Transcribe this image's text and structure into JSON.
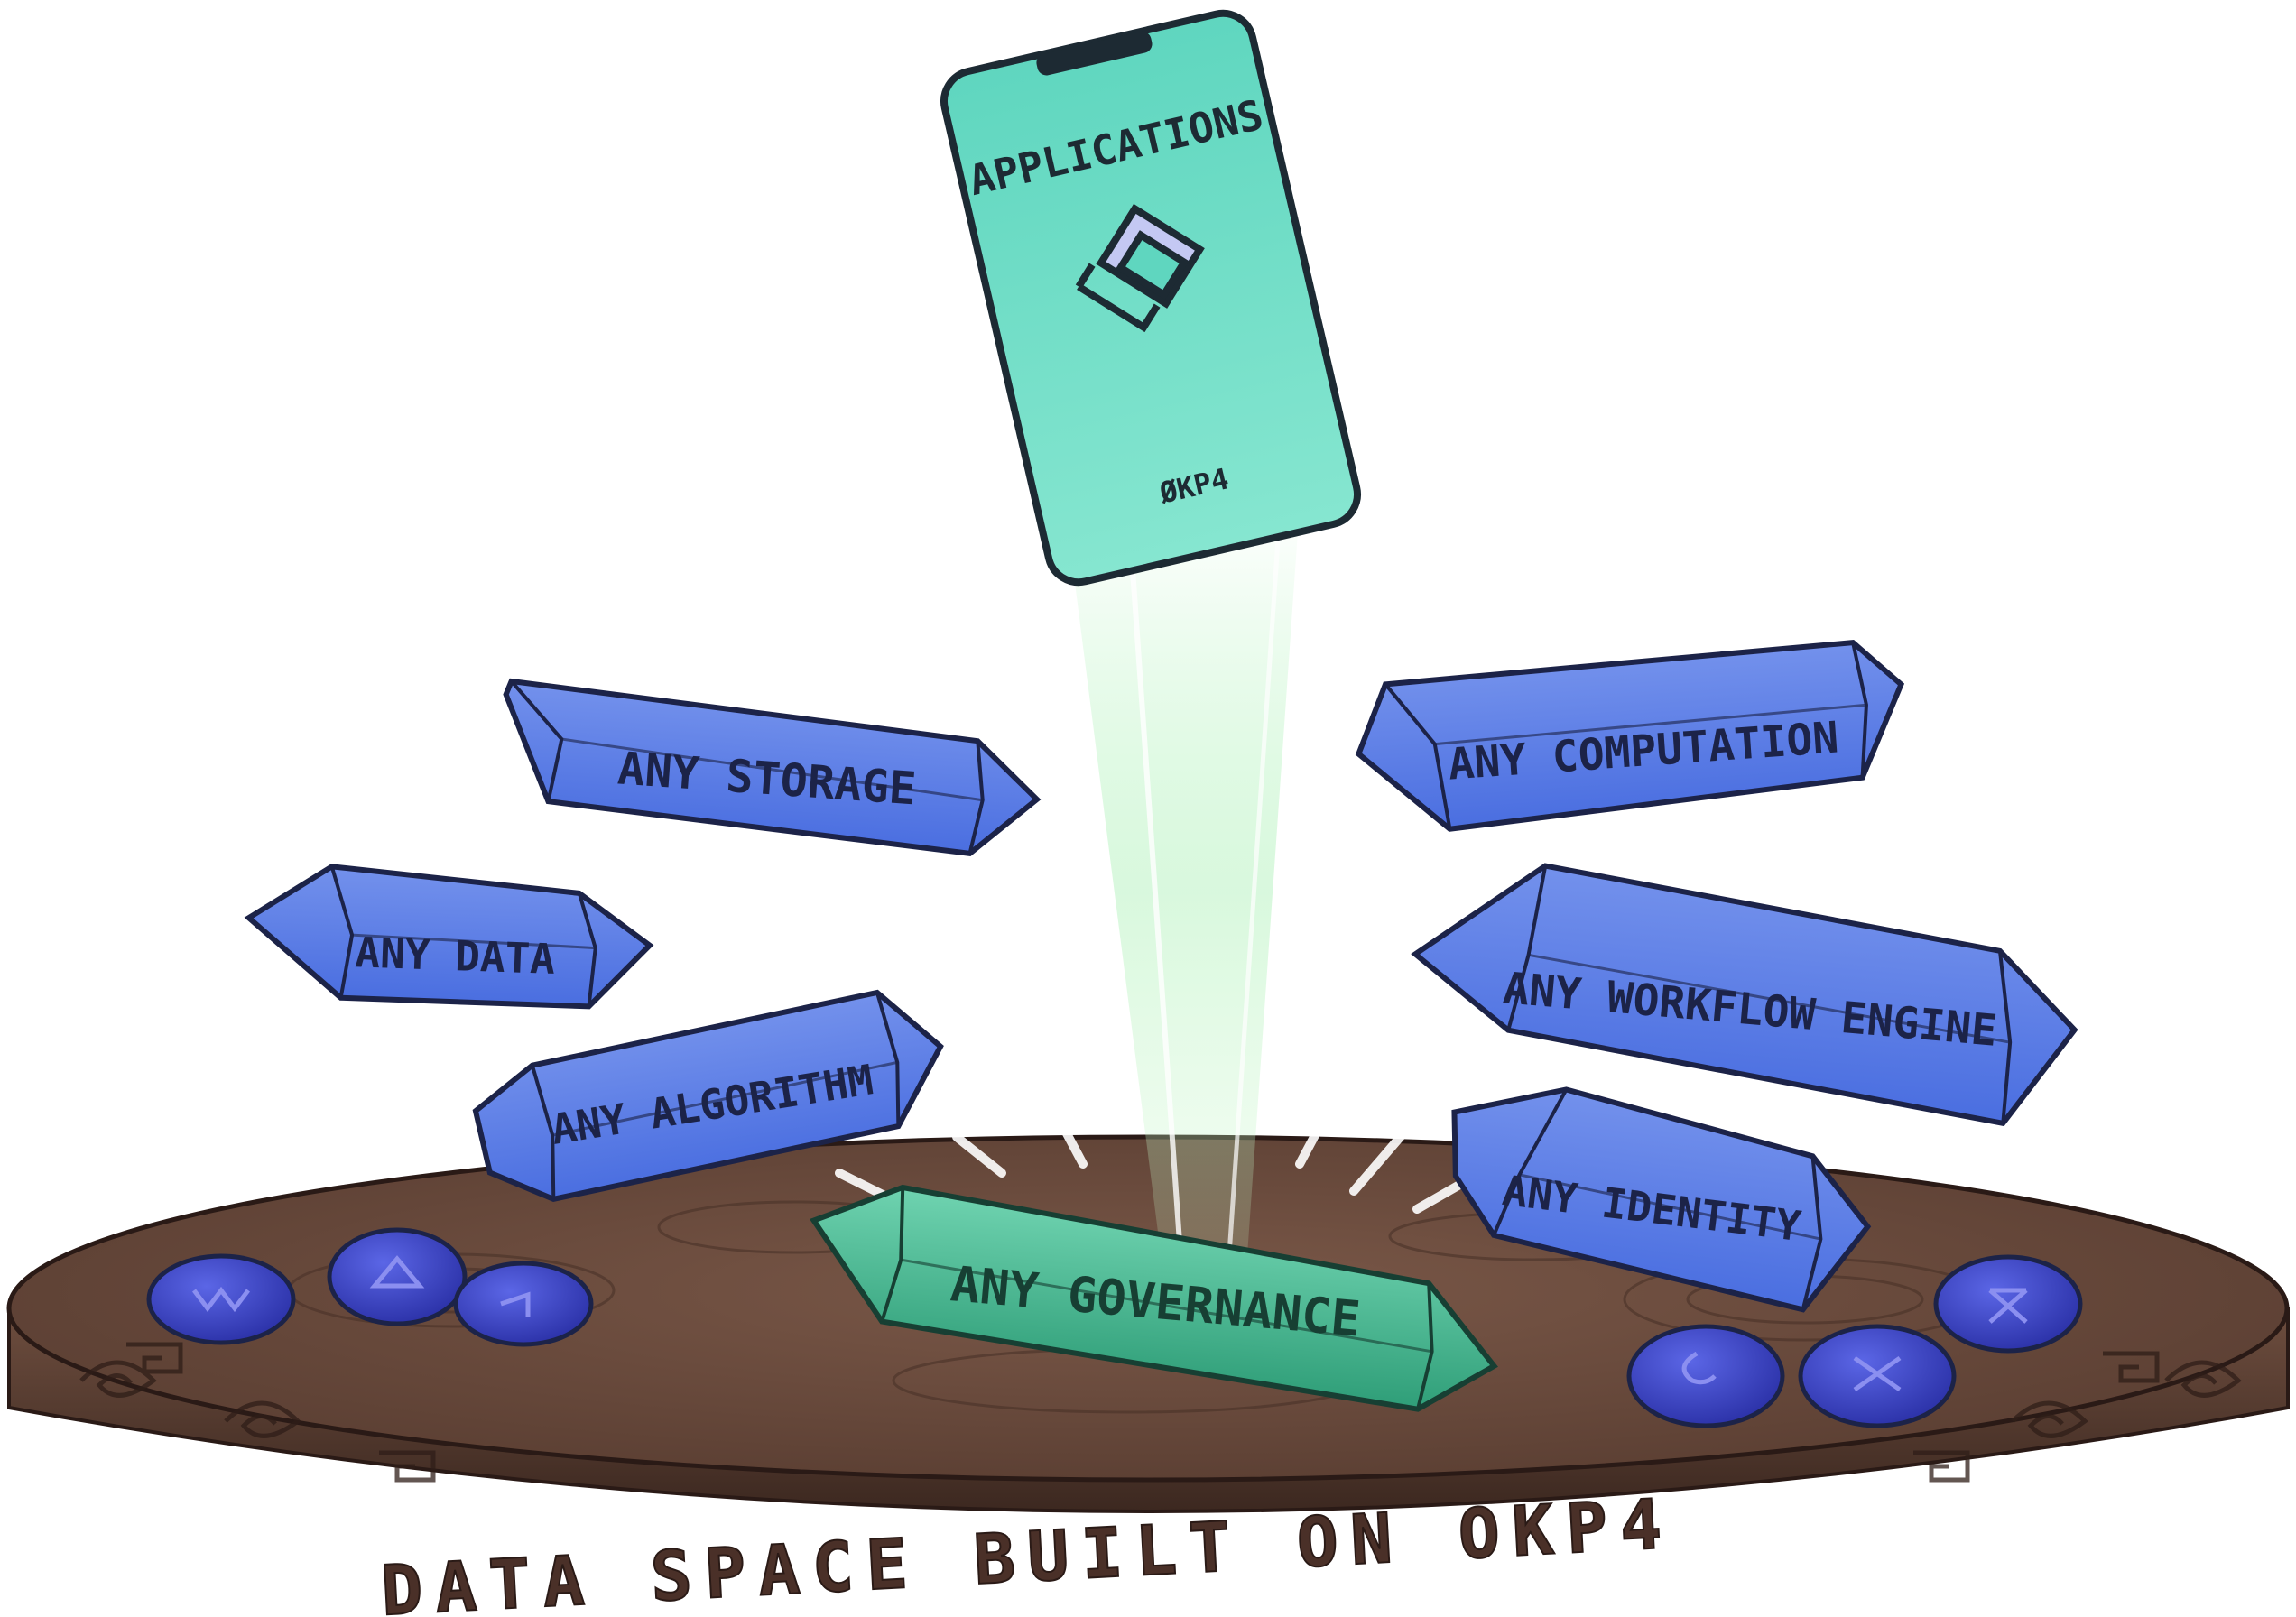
{
  "phone": {
    "title": "APPLICATIONS",
    "brand": "ØKP4"
  },
  "crystals": [
    {
      "label": "ANY STORAGE",
      "color": "#4a6ee0"
    },
    {
      "label": "ANY COMPUTATION",
      "color": "#4a6ee0"
    },
    {
      "label": "ANY DATA",
      "color": "#4a6ee0"
    },
    {
      "label": "ANY WORKFLOW ENGINE",
      "color": "#4a6ee0"
    },
    {
      "label": "ANY ALGORITHM",
      "color": "#4a6ee0"
    },
    {
      "label": "ANY IDENTITY",
      "color": "#4a6ee0"
    },
    {
      "label": "ANY GOVERNANCE",
      "color": "#3fb58f"
    }
  ],
  "plate": {
    "engraving": "DATA SPACE BUILT ON OKP4",
    "colors": {
      "top": "#6a4a3c",
      "edge": "#5a3c30",
      "dark": "#2a1a16"
    }
  },
  "colors": {
    "phone": "#5fd6bf",
    "phone_dark": "#1d2a33",
    "crystal_blue": "#4a6ee0",
    "crystal_green": "#3fb58f",
    "rune_stone": "#3a44c9",
    "beam": "#c8f5c8",
    "outline": "#1c2348"
  },
  "rune_stones": [
    "rune-stone",
    "rune-stone",
    "rune-stone",
    "rune-stone",
    "rune-stone",
    "rune-stone"
  ]
}
